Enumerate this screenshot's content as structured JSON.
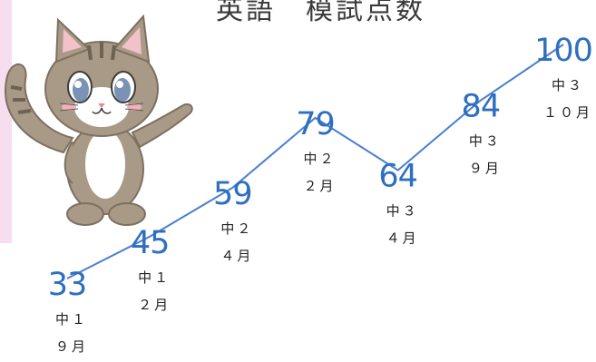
{
  "title": "英語　模試点数",
  "chart_data": {
    "type": "line",
    "title": "英語　模試点数",
    "categories": [
      {
        "grade": "中１",
        "month": "９月"
      },
      {
        "grade": "中１",
        "month": "２月"
      },
      {
        "grade": "中２",
        "month": "４月"
      },
      {
        "grade": "中２",
        "month": "２月"
      },
      {
        "grade": "中３",
        "month": "４月"
      },
      {
        "grade": "中３",
        "month": "９月"
      },
      {
        "grade": "中３",
        "month": "１０月"
      }
    ],
    "values": [
      33,
      45,
      59,
      79,
      64,
      84,
      100
    ],
    "line_color": "#4a7fd0",
    "value_color": "#2f6fbf",
    "grid": false,
    "legend": "none"
  },
  "illustration": {
    "icon": "cat-mascot-icon",
    "fur_color": "#a89a86",
    "stripe_color": "#6e6252",
    "eye_color": "#7a93b4"
  }
}
